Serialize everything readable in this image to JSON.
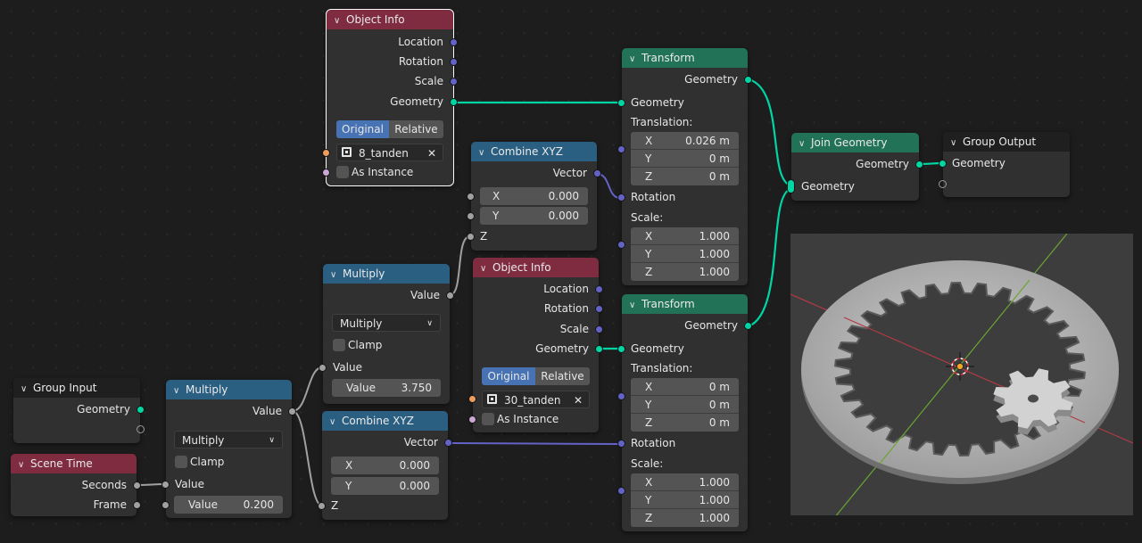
{
  "colors": {
    "header_object_info": "#7f2c41",
    "header_combine_multiply": "#2a5f82",
    "header_transform": "#227258",
    "socket_geometry": "#00d6a3",
    "socket_vector": "#6363c7",
    "socket_float": "#a1a1a1",
    "socket_object": "#ed9e5c",
    "socket_bool": "#cca6d6",
    "selected_toggle": "#4772b3",
    "node_body": "#303030",
    "canvas": "#1d1d1d"
  },
  "object_info_top": {
    "title": "Object Info",
    "location": "Location",
    "rotation": "Rotation",
    "scale": "Scale",
    "geometry": "Geometry",
    "original": "Original",
    "relative": "Relative",
    "object": "8_tanden",
    "as_instance": "As Instance"
  },
  "transform_top": {
    "title": "Transform",
    "geometry_out": "Geometry",
    "geometry_in": "Geometry",
    "translation": "Translation:",
    "rotation": "Rotation",
    "scale": "Scale:",
    "tx": "0.026 m",
    "ty": "0 m",
    "tz": "0 m",
    "sx": "1.000",
    "sy": "1.000",
    "sz": "1.000",
    "x": "X",
    "y": "Y",
    "z": "Z"
  },
  "join_geometry": {
    "title": "Join Geometry",
    "geometry_out": "Geometry",
    "geometry_in": "Geometry"
  },
  "group_output": {
    "title": "Group Output",
    "geometry": "Geometry"
  },
  "combine_top": {
    "title": "Combine XYZ",
    "vector": "Vector",
    "x_label": "X",
    "x": "0.000",
    "y_label": "Y",
    "y": "0.000",
    "z": "Z"
  },
  "multiply_right": {
    "title": "Multiply",
    "value_out": "Value",
    "mode": "Multiply",
    "clamp": "Clamp",
    "value_in": "Value",
    "value_label": "Value",
    "value": "3.750"
  },
  "object_info_mid": {
    "title": "Object Info",
    "location": "Location",
    "rotation": "Rotation",
    "scale": "Scale",
    "geometry": "Geometry",
    "original": "Original",
    "relative": "Relative",
    "object": "30_tanden",
    "as_instance": "As Instance"
  },
  "transform_bottom": {
    "title": "Transform",
    "geometry_out": "Geometry",
    "geometry_in": "Geometry",
    "translation": "Translation:",
    "rotation": "Rotation",
    "scale": "Scale:",
    "tx": "0 m",
    "ty": "0 m",
    "tz": "0 m",
    "sx": "1.000",
    "sy": "1.000",
    "sz": "1.000",
    "x": "X",
    "y": "Y",
    "z": "Z"
  },
  "combine_bottom": {
    "title": "Combine XYZ",
    "vector": "Vector",
    "x_label": "X",
    "x": "0.000",
    "y_label": "Y",
    "y": "0.000",
    "z": "Z"
  },
  "group_input": {
    "title": "Group Input",
    "geometry": "Geometry"
  },
  "scene_time": {
    "title": "Scene Time",
    "seconds": "Seconds",
    "frame": "Frame"
  },
  "multiply_left": {
    "title": "Multiply",
    "value_out": "Value",
    "mode": "Multiply",
    "clamp": "Clamp",
    "value_in": "Value",
    "value_label": "Value",
    "value": "0.200"
  },
  "icons": {
    "collapse": "chevron-down-icon",
    "dropdown": "dropdown-caret-icon",
    "object": "object-icon",
    "clear": "close-icon",
    "viewport_object": "gear-preview"
  }
}
